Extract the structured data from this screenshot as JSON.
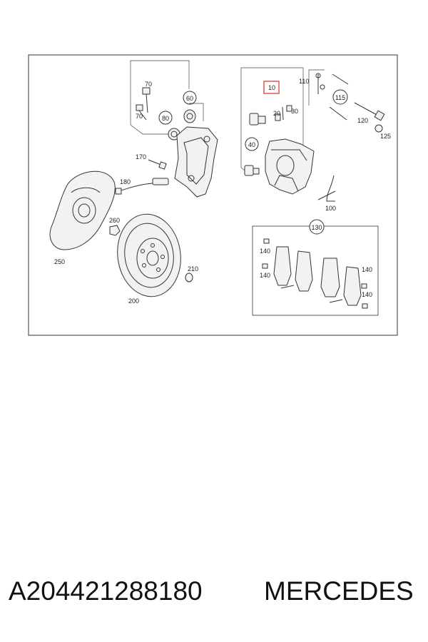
{
  "diagram": {
    "labels": {
      "p10": "10",
      "p20": "20",
      "p30": "30",
      "p40": "40",
      "p60": "60",
      "p70a": "70",
      "p70b": "70",
      "p80": "80",
      "p100": "100",
      "p110": "110",
      "p115": "115",
      "p120": "120",
      "p125": "125",
      "p130": "130",
      "p140a": "140",
      "p140b": "140",
      "p140c": "140",
      "p140d": "140",
      "p170": "170",
      "p180": "180",
      "p200": "200",
      "p210": "210",
      "p250": "250",
      "p260": "260"
    },
    "highlight_color": "#e05555"
  },
  "caption": {
    "part_number": "A204421288180",
    "brand": "MERCEDES"
  }
}
